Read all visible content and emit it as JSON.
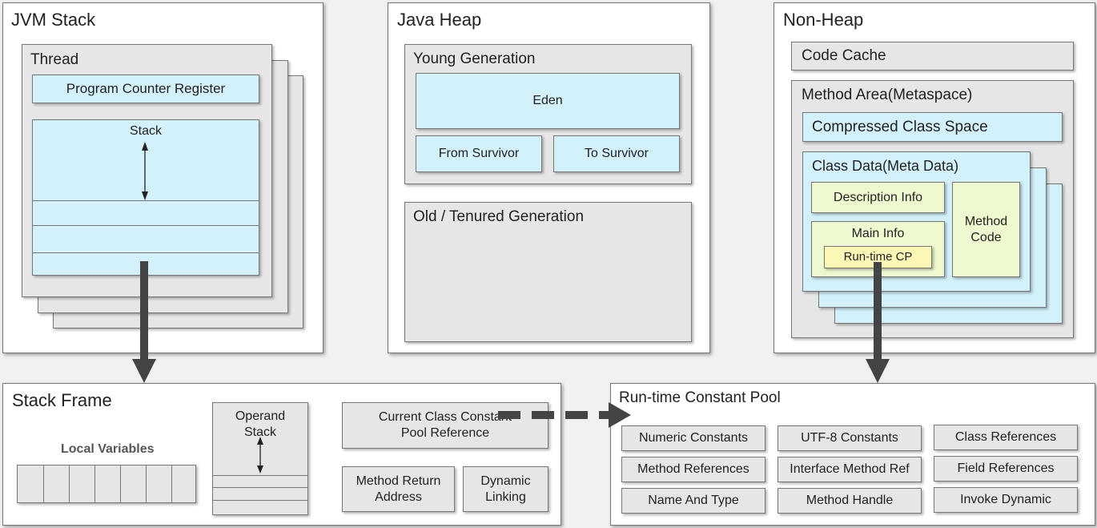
{
  "jvm_stack": {
    "title": "JVM Stack",
    "thread_label": "Thread",
    "pc_register": "Program Counter Register",
    "stack_label": "Stack"
  },
  "java_heap": {
    "title": "Java Heap",
    "young_gen": "Young Generation",
    "eden": "Eden",
    "from_survivor": "From Survivor",
    "to_survivor": "To Survivor",
    "old_gen": "Old / Tenured Generation"
  },
  "non_heap": {
    "title": "Non-Heap",
    "code_cache": "Code Cache",
    "method_area": "Method Area(Metaspace)",
    "compressed_class_space": "Compressed Class Space",
    "class_data": "Class Data(Meta Data)",
    "description_info": "Description Info",
    "main_info": "Main Info",
    "runtime_cp": "Run-time CP",
    "method_code": "Method Code"
  },
  "stack_frame": {
    "title": "Stack Frame",
    "local_variables": "Local Variables",
    "operand_stack": "Operand Stack",
    "current_class_ref": "Current Class Constant Pool Reference",
    "method_return": "Method Return Address",
    "dynamic_linking": "Dynamic Linking"
  },
  "runtime_pool": {
    "title": "Run-time Constant Pool",
    "items": [
      "Numeric Constants",
      "UTF-8 Constants",
      "Class References",
      "Method References",
      "Interface Method Ref",
      "Field References",
      "Name And Type",
      "Method Handle",
      "Invoke Dynamic"
    ]
  },
  "colors": {
    "blue_fill": "#d3f1fb",
    "grey_fill": "#e6e6e6",
    "green_fill": "#eef9cf",
    "yellow_fill": "#fdf7b5",
    "arrow": "#444444"
  }
}
